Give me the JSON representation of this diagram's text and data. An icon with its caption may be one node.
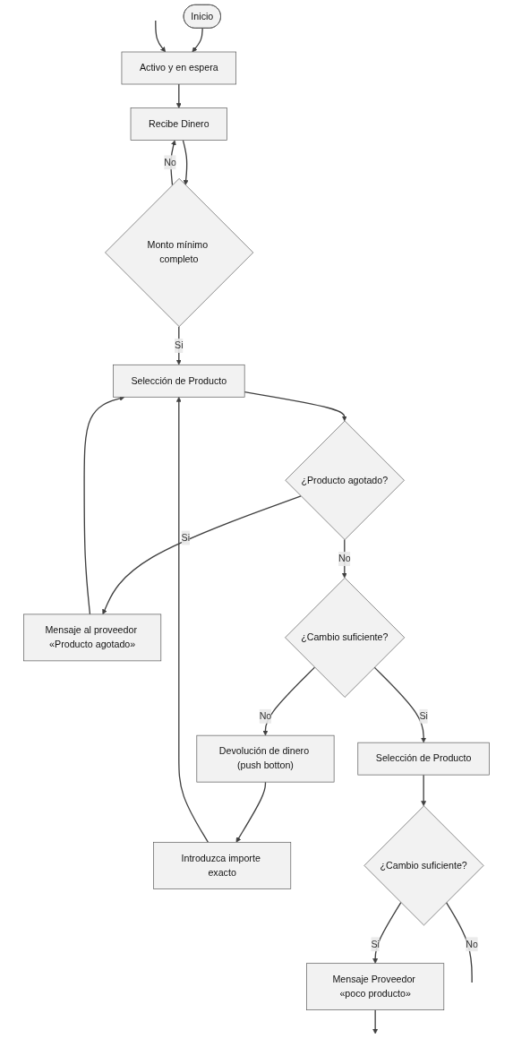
{
  "diagram": {
    "nodes": [
      {
        "text": [
          "Inicio"
        ]
      },
      {
        "text": [
          "Activo y en espera"
        ]
      },
      {
        "text": [
          "Recibe Dinero"
        ]
      },
      {
        "text": [
          "Monto mínimo completo"
        ]
      },
      {
        "text": [
          "Selección de Producto"
        ]
      },
      {
        "text": [
          "Mensaje al proveedor «Producto agotado»"
        ]
      },
      {
        "text": [
          "¿Producto agotado?"
        ]
      },
      {
        "text": [
          "Introduzca importe exacto"
        ]
      },
      {
        "text": [
          "Devolución de dinero (push botton)"
        ]
      },
      {
        "text": [
          "¿Cambio suficiente?"
        ]
      },
      {
        "text": [
          "Selección de Producto"
        ]
      },
      {
        "text": [
          "¿Cambio suficiente?"
        ]
      },
      {
        "text": [
          "Mensaje Proveedor «poco producto»"
        ]
      }
    ],
    "edges": [
      {
        "from": 0,
        "to": 1,
        "arrow": "to"
      },
      {
        "from": 1,
        "to": 2,
        "arrow": "to"
      },
      {
        "from": 2,
        "to": 3,
        "arrow": "to"
      },
      {
        "from": 3,
        "to": 2,
        "label": "No",
        "arrow": "to"
      },
      {
        "from": 3,
        "to": 4,
        "label": "Si",
        "arrow": "to"
      },
      {
        "from": 4,
        "to": 6,
        "arrow": "to"
      },
      {
        "from": 6,
        "to": 5,
        "label": "Si",
        "arrow": "to"
      },
      {
        "from": 5,
        "to": 4,
        "arrow": "to"
      },
      {
        "from": 6,
        "to": 9,
        "label": "No",
        "arrow": "to"
      },
      {
        "from": 9,
        "to": 8,
        "label": "No",
        "arrow": "to"
      },
      {
        "from": 8,
        "to": 7,
        "arrow": "to"
      },
      {
        "from": 7,
        "to": 4,
        "arrow": "to"
      },
      {
        "from": 9,
        "to": 10,
        "label": "Si",
        "arrow": "to"
      },
      {
        "from": 10,
        "to": 11,
        "arrow": "to"
      },
      {
        "from": 11,
        "to": 12,
        "label": "Si",
        "arrow": "to"
      },
      {
        "from": 12,
        "to": null,
        "arrow": "to"
      },
      {
        "from": 11,
        "to": null,
        "label": "No",
        "arrow": "none"
      },
      {
        "from": null,
        "to": 1,
        "arrow": "to"
      }
    ]
  }
}
